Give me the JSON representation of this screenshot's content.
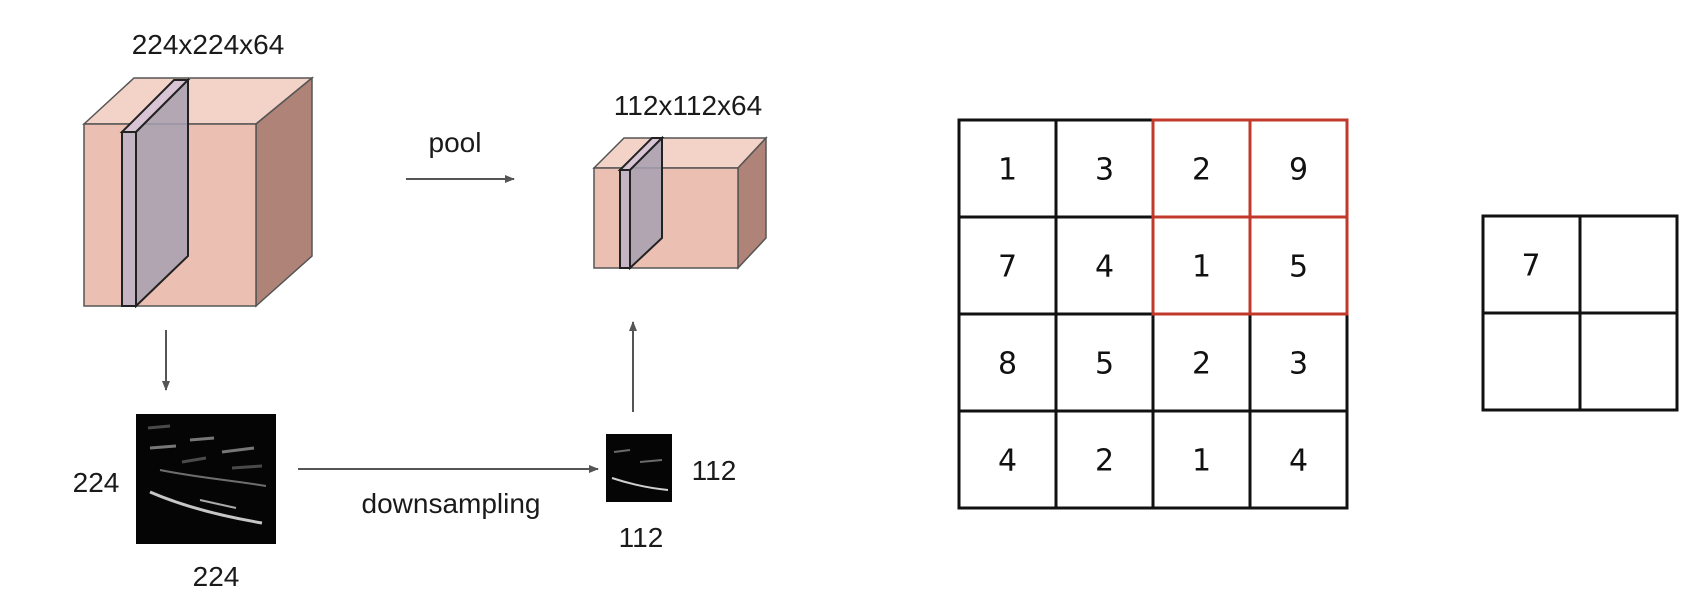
{
  "pool_diagram": {
    "input_volume_label": "224x224x64",
    "output_volume_label": "112x112x64",
    "pool_label": "pool",
    "downsampling_label": "downsampling",
    "input_slice_height_label": "224",
    "input_slice_width_label": "224",
    "output_slice_height_label": "112",
    "output_slice_width_label": "112"
  },
  "input_grid": {
    "rows": [
      [
        "1",
        "3",
        "2",
        "9"
      ],
      [
        "7",
        "4",
        "1",
        "5"
      ],
      [
        "8",
        "5",
        "2",
        "3"
      ],
      [
        "4",
        "2",
        "1",
        "4"
      ]
    ],
    "highlight_rows": [
      0,
      1
    ],
    "highlight_cols": [
      2,
      3
    ],
    "highlight_color": "#c0392b"
  },
  "output_grid": {
    "rows": [
      [
        "7",
        ""
      ],
      [
        "",
        ""
      ]
    ]
  },
  "colors": {
    "cube_front": "#ebbfb2",
    "cube_top": "#f3d2c8",
    "cube_side": "#b08378",
    "slice": "#c4b4c4",
    "grid_line": "#111111"
  }
}
